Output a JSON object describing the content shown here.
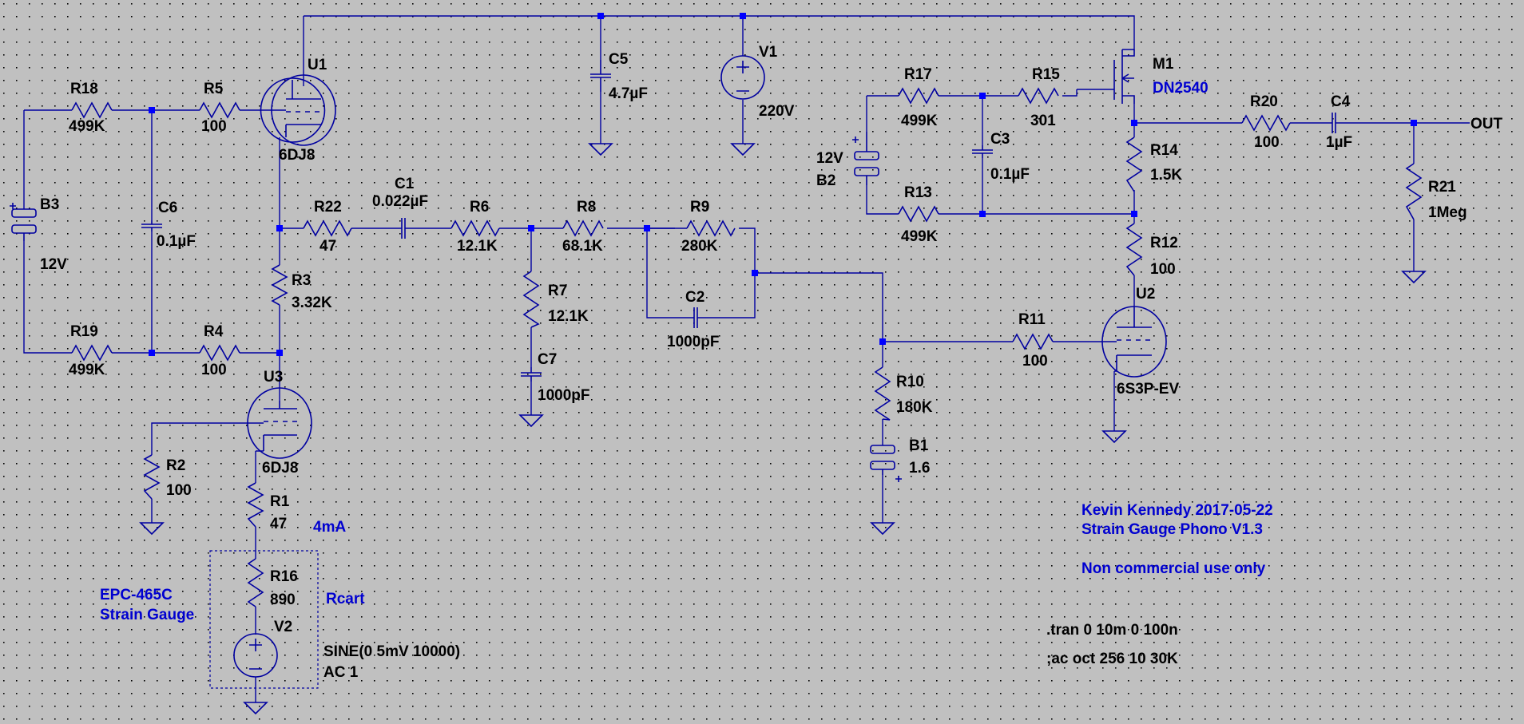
{
  "schematic": {
    "components": {
      "U1": {
        "ref": "U1",
        "value": "6DJ8"
      },
      "U2": {
        "ref": "U2",
        "value": "6S3P-EV"
      },
      "U3": {
        "ref": "U3",
        "value": "6DJ8"
      },
      "M1": {
        "ref": "M1",
        "value": "DN2540"
      },
      "V1": {
        "ref": "V1",
        "value": "220V"
      },
      "V2": {
        "ref": "V2",
        "value": "SINE(0 5mV 10000)",
        "value2": "AC 1"
      },
      "B1": {
        "ref": "B1",
        "value": "1.6"
      },
      "B2": {
        "ref": "B2",
        "value": "12V"
      },
      "B3": {
        "ref": "B3",
        "value": "12V"
      },
      "C1": {
        "ref": "C1",
        "value": "0.022µF"
      },
      "C2": {
        "ref": "C2",
        "value": "1000pF"
      },
      "C3": {
        "ref": "C3",
        "value": "0.1µF"
      },
      "C4": {
        "ref": "C4",
        "value": "1µF"
      },
      "C5": {
        "ref": "C5",
        "value": "4.7µF"
      },
      "C6": {
        "ref": "C6",
        "value": "0.1µF"
      },
      "C7": {
        "ref": "C7",
        "value": "1000pF"
      },
      "R1": {
        "ref": "R1",
        "value": "47"
      },
      "R2": {
        "ref": "R2",
        "value": "100"
      },
      "R3": {
        "ref": "R3",
        "value": "3.32K"
      },
      "R4": {
        "ref": "R4",
        "value": "100"
      },
      "R5": {
        "ref": "R5",
        "value": "100"
      },
      "R6": {
        "ref": "R6",
        "value": "12.1K"
      },
      "R7": {
        "ref": "R7",
        "value": "12.1K"
      },
      "R8": {
        "ref": "R8",
        "value": "68.1K"
      },
      "R9": {
        "ref": "R9",
        "value": "280K"
      },
      "R10": {
        "ref": "R10",
        "value": "180K"
      },
      "R11": {
        "ref": "R11",
        "value": "100"
      },
      "R12": {
        "ref": "R12",
        "value": "100"
      },
      "R13": {
        "ref": "R13",
        "value": "499K"
      },
      "R14": {
        "ref": "R14",
        "value": "1.5K"
      },
      "R15": {
        "ref": "R15",
        "value": "301"
      },
      "R16": {
        "ref": "R16",
        "value": "890"
      },
      "R17": {
        "ref": "R17",
        "value": "499K"
      },
      "R18": {
        "ref": "R18",
        "value": "499K"
      },
      "R19": {
        "ref": "R19",
        "value": "499K"
      },
      "R20": {
        "ref": "R20",
        "value": "100"
      },
      "R21": {
        "ref": "R21",
        "value": "1Meg"
      },
      "R22": {
        "ref": "R22",
        "value": "47"
      }
    },
    "net_labels": {
      "out": "OUT"
    },
    "notes": {
      "current": "4mA",
      "cartridge_line1": "EPC-465C",
      "cartridge_line2": "Strain Gauge",
      "rcart": "Rcart",
      "author": "Kevin Kennedy 2017-05-22",
      "title": "Strain Gauge Phono V1.3",
      "license": "Non commercial use only"
    },
    "directives": {
      "tran": ".tran 0 10m 0 100n",
      "ac": ";ac oct 256 10 30K"
    }
  },
  "colors": {
    "background": "#c0c0c0",
    "wire": "#0000a0",
    "junction": "#0000ff",
    "comment_text": "#0000d0",
    "label_text": "#000000"
  }
}
